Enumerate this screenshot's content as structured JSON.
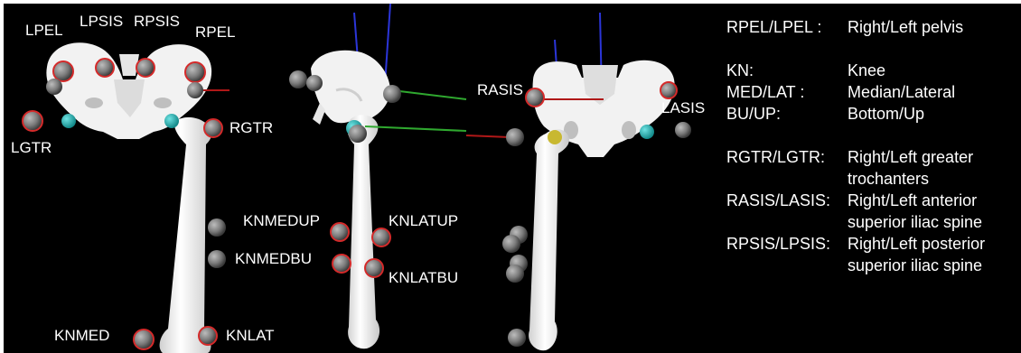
{
  "views": {
    "posterior": {
      "labels": {
        "lpel": "LPEL",
        "lpsis": "LPSIS",
        "rpsis": "RPSIS",
        "rpel": "RPEL",
        "lgtr": "LGTR",
        "rgtr": "RGTR",
        "knmedup": "KNMEDUP",
        "knmedbu": "KNMEDBU",
        "knmed": "KNMED",
        "knlat": "KNLAT"
      }
    },
    "lateral": {
      "labels": {
        "knlatup": "KNLATUP",
        "knlatbu": "KNLATBU"
      }
    },
    "anterior": {
      "labels": {
        "rasis": "RASIS",
        "lasis": "LASIS"
      }
    }
  },
  "legend": [
    {
      "abbr": "RPEL/LPEL :",
      "desc": "Right/Left pelvis"
    },
    {
      "abbr": "KN:",
      "desc": "Knee"
    },
    {
      "abbr": "MED/LAT :",
      "desc": "Median/Lateral"
    },
    {
      "abbr": "BU/UP:",
      "desc": "Bottom/Up"
    },
    {
      "abbr": "RGTR/LGTR:",
      "desc": "Right/Left greater trochanters"
    },
    {
      "abbr": "RASIS/LASIS:",
      "desc": "Right/Left anterior superior iliac spine"
    },
    {
      "abbr": "RPSIS/LPSIS:",
      "desc": "Right/Left posterior superior iliac spine"
    }
  ],
  "colors": {
    "background": "#000000",
    "bone": "#f2f2f2",
    "marker_ring": "#d42a2a",
    "marker_gray": "#7a7a7a",
    "joint_center": "#1fb3b3",
    "axis_blue": "#2b35d8",
    "axis_green": "#2fa82f",
    "axis_red": "#b01818"
  }
}
